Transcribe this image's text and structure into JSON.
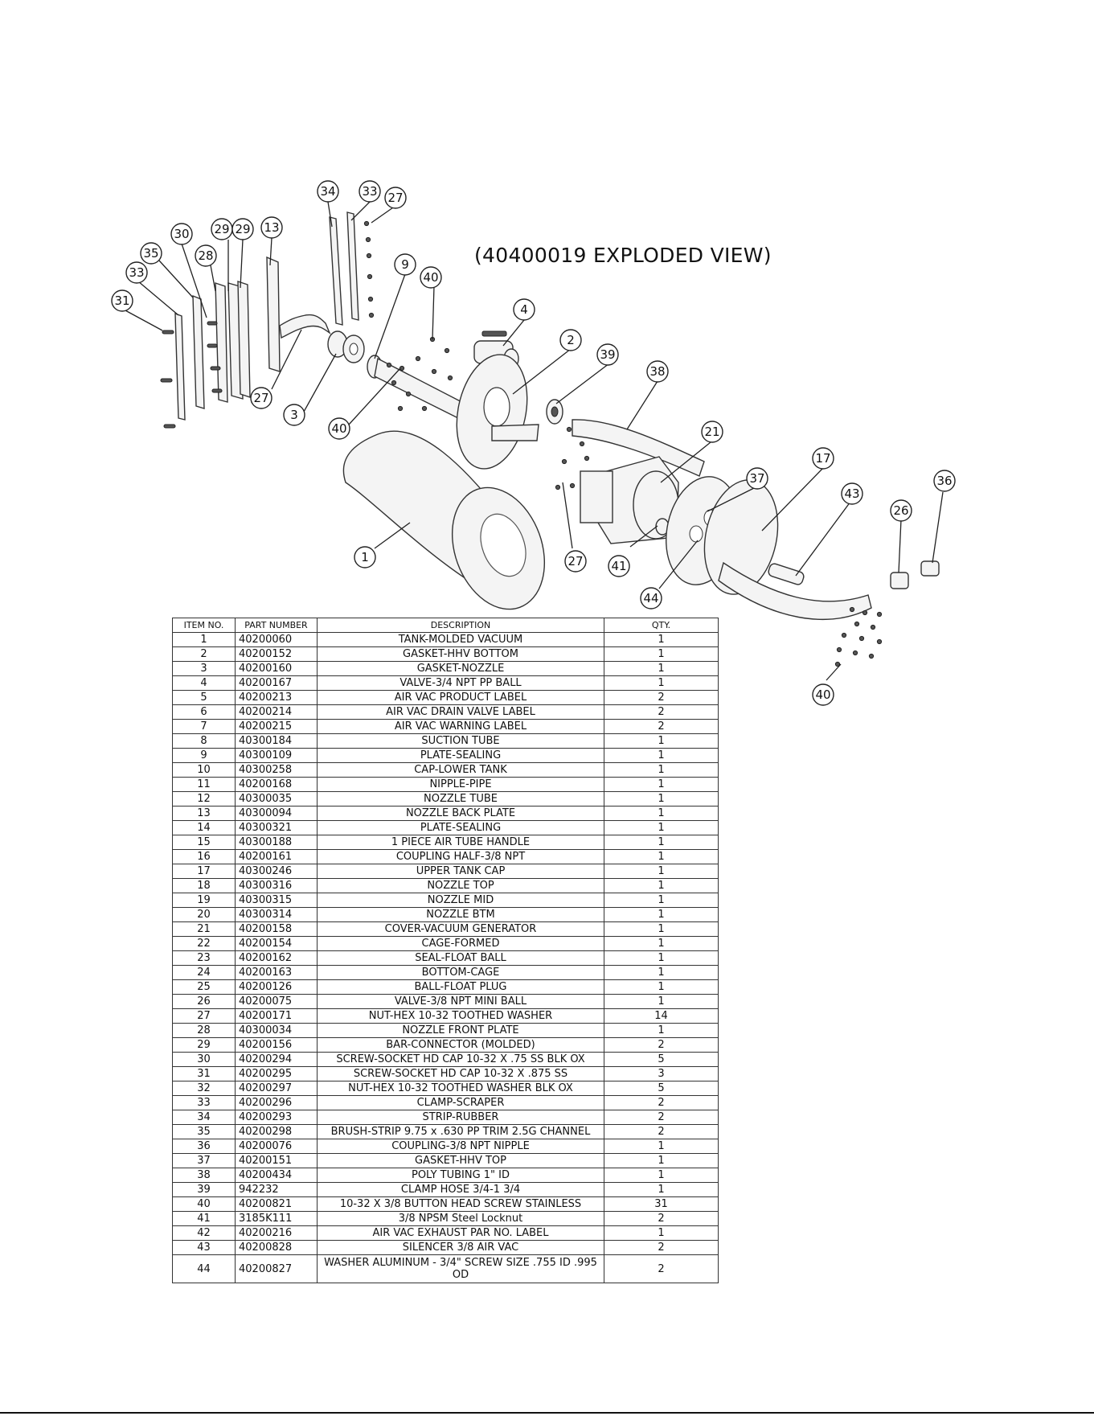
{
  "drawing": {
    "title": "(40400019 EXPLODED VIEW)",
    "callouts": [
      "34",
      "33",
      "27",
      "30",
      "29",
      "29",
      "13",
      "35",
      "28",
      "9",
      "40",
      "33",
      "31",
      "4",
      "2",
      "39",
      "38",
      "27",
      "3",
      "40",
      "21",
      "1",
      "37",
      "17",
      "43",
      "36",
      "26",
      "27",
      "41",
      "44",
      "40"
    ]
  },
  "bom": {
    "headers": {
      "item": "ITEM NO.",
      "part": "PART NUMBER",
      "desc": "DESCRIPTION",
      "qty": "QTY."
    },
    "rows": [
      {
        "item": "1",
        "part": "40200060",
        "desc": "TANK-MOLDED VACUUM",
        "qty": "1"
      },
      {
        "item": "2",
        "part": "40200152",
        "desc": "GASKET-HHV BOTTOM",
        "qty": "1"
      },
      {
        "item": "3",
        "part": "40200160",
        "desc": "GASKET-NOZZLE",
        "qty": "1"
      },
      {
        "item": "4",
        "part": "40200167",
        "desc": "VALVE-3/4 NPT PP BALL",
        "qty": "1"
      },
      {
        "item": "5",
        "part": "40200213",
        "desc": "AIR VAC PRODUCT LABEL",
        "qty": "2"
      },
      {
        "item": "6",
        "part": "40200214",
        "desc": "AIR VAC DRAIN VALVE LABEL",
        "qty": "2"
      },
      {
        "item": "7",
        "part": "40200215",
        "desc": "AIR VAC WARNING LABEL",
        "qty": "2"
      },
      {
        "item": "8",
        "part": "40300184",
        "desc": "SUCTION TUBE",
        "qty": "1"
      },
      {
        "item": "9",
        "part": "40300109",
        "desc": "PLATE-SEALING",
        "qty": "1"
      },
      {
        "item": "10",
        "part": "40300258",
        "desc": "CAP-LOWER TANK",
        "qty": "1"
      },
      {
        "item": "11",
        "part": "40200168",
        "desc": "NIPPLE-PIPE",
        "qty": "1"
      },
      {
        "item": "12",
        "part": "40300035",
        "desc": "NOZZLE TUBE",
        "qty": "1"
      },
      {
        "item": "13",
        "part": "40300094",
        "desc": "NOZZLE BACK PLATE",
        "qty": "1"
      },
      {
        "item": "14",
        "part": "40300321",
        "desc": "PLATE-SEALING",
        "qty": "1"
      },
      {
        "item": "15",
        "part": "40300188",
        "desc": "1 PIECE AIR TUBE HANDLE",
        "qty": "1"
      },
      {
        "item": "16",
        "part": "40200161",
        "desc": "COUPLING HALF-3/8 NPT",
        "qty": "1"
      },
      {
        "item": "17",
        "part": "40300246",
        "desc": "UPPER TANK CAP",
        "qty": "1"
      },
      {
        "item": "18",
        "part": "40300316",
        "desc": "NOZZLE TOP",
        "qty": "1"
      },
      {
        "item": "19",
        "part": "40300315",
        "desc": "NOZZLE MID",
        "qty": "1"
      },
      {
        "item": "20",
        "part": "40300314",
        "desc": "NOZZLE BTM",
        "qty": "1"
      },
      {
        "item": "21",
        "part": "40200158",
        "desc": "COVER-VACUUM GENERATOR",
        "qty": "1"
      },
      {
        "item": "22",
        "part": "40200154",
        "desc": "CAGE-FORMED",
        "qty": "1"
      },
      {
        "item": "23",
        "part": "40200162",
        "desc": "SEAL-FLOAT BALL",
        "qty": "1"
      },
      {
        "item": "24",
        "part": "40200163",
        "desc": "BOTTOM-CAGE",
        "qty": "1"
      },
      {
        "item": "25",
        "part": "40200126",
        "desc": "BALL-FLOAT PLUG",
        "qty": "1"
      },
      {
        "item": "26",
        "part": "40200075",
        "desc": "VALVE-3/8 NPT MINI BALL",
        "qty": "1"
      },
      {
        "item": "27",
        "part": "40200171",
        "desc": "NUT-HEX 10-32 TOOTHED WASHER",
        "qty": "14"
      },
      {
        "item": "28",
        "part": "40300034",
        "desc": "NOZZLE FRONT PLATE",
        "qty": "1"
      },
      {
        "item": "29",
        "part": "40200156",
        "desc": "BAR-CONNECTOR (MOLDED)",
        "qty": "2"
      },
      {
        "item": "30",
        "part": "40200294",
        "desc": "SCREW-SOCKET HD CAP 10-32 X .75 SS BLK OX",
        "qty": "5"
      },
      {
        "item": "31",
        "part": "40200295",
        "desc": "SCREW-SOCKET HD CAP 10-32 X .875 SS",
        "qty": "3"
      },
      {
        "item": "32",
        "part": "40200297",
        "desc": "NUT-HEX 10-32 TOOTHED WASHER BLK OX",
        "qty": "5"
      },
      {
        "item": "33",
        "part": "40200296",
        "desc": "CLAMP-SCRAPER",
        "qty": "2"
      },
      {
        "item": "34",
        "part": "40200293",
        "desc": "STRIP-RUBBER",
        "qty": "2"
      },
      {
        "item": "35",
        "part": "40200298",
        "desc": "BRUSH-STRIP 9.75 x .630 PP TRIM 2.5G CHANNEL",
        "qty": "2"
      },
      {
        "item": "36",
        "part": "40200076",
        "desc": "COUPLING-3/8 NPT NIPPLE",
        "qty": "1"
      },
      {
        "item": "37",
        "part": "40200151",
        "desc": "GASKET-HHV TOP",
        "qty": "1"
      },
      {
        "item": "38",
        "part": "40200434",
        "desc": "POLY TUBING 1\" ID",
        "qty": "1"
      },
      {
        "item": "39",
        "part": "942232",
        "desc": "CLAMP HOSE 3/4-1 3/4",
        "qty": "1"
      },
      {
        "item": "40",
        "part": "40200821",
        "desc": "10-32 X 3/8 BUTTON HEAD SCREW STAINLESS",
        "qty": "31"
      },
      {
        "item": "41",
        "part": "3185K111",
        "desc": "3/8 NPSM Steel Locknut",
        "qty": "2"
      },
      {
        "item": "42",
        "part": "40200216",
        "desc": "AIR VAC EXHAUST PAR NO. LABEL",
        "qty": "1"
      },
      {
        "item": "43",
        "part": "40200828",
        "desc": "SILENCER 3/8 AIR VAC",
        "qty": "2"
      },
      {
        "item": "44",
        "part": "40200827",
        "desc": "WASHER ALUMINUM - 3/4\" SCREW SIZE .755 ID .995 OD",
        "qty": "2"
      }
    ]
  }
}
